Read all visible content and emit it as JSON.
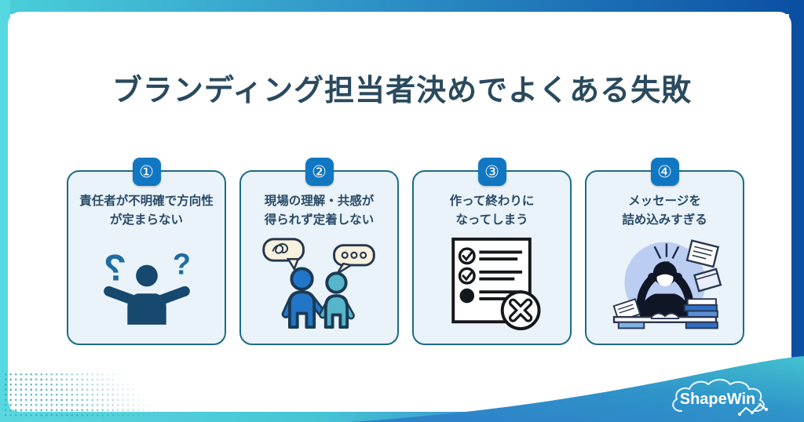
{
  "title": "ブランディング担当者決めでよくある失敗",
  "cards": [
    {
      "number": "①",
      "line1": "責任者が不明確で方向性",
      "line2": "が定まらない",
      "icon": "shrug-question-icon"
    },
    {
      "number": "②",
      "line1": "現場の理解・共感が",
      "line2": "得られず定着しない",
      "icon": "two-people-talk-icon"
    },
    {
      "number": "③",
      "line1": "作って終わりに",
      "line2": "なってしまう",
      "icon": "checklist-x-icon"
    },
    {
      "number": "④",
      "line1": "メッセージを",
      "line2": "詰め込みすぎる",
      "icon": "overloaded-person-icon"
    }
  ],
  "logo": {
    "text": "ShapeWin"
  },
  "colors": {
    "frame_teal": "#55d8df",
    "frame_blue": "#0b4fa3",
    "badge_blue": "#1277c2",
    "card_bg": "#e9f3f9",
    "card_border": "#1d6a86",
    "title_text": "#2a4a5e",
    "card_text": "#2b4a68"
  }
}
